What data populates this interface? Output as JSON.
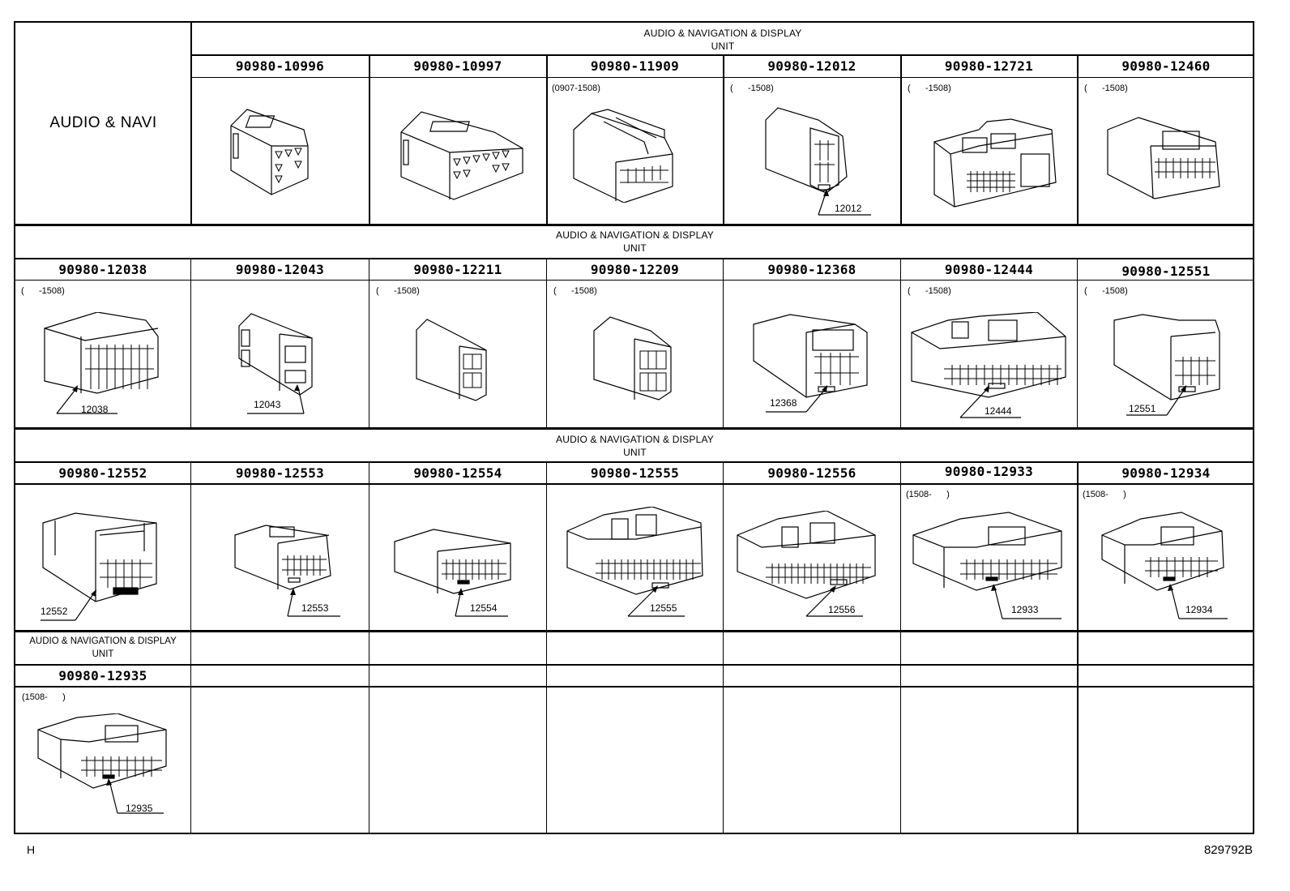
{
  "sheet": {
    "row_label": "AUDIO & NAVI",
    "footer_left": "H",
    "footer_right": "829792B"
  },
  "rows": [
    {
      "group_header": [
        "AUDIO & NAVIGATION & DISPLAY",
        "UNIT"
      ],
      "cells": [
        {
          "part_number": "90980-10996",
          "note": "",
          "callout": ""
        },
        {
          "part_number": "90980-10997",
          "note": "",
          "callout": ""
        },
        {
          "part_number": "90980-11909",
          "note": "(0907-1508)",
          "callout": ""
        },
        {
          "part_number": "90980-12012",
          "note": "(      -1508)",
          "callout": "12012"
        },
        {
          "part_number": "90980-12721",
          "note": "(      -1508)",
          "callout": ""
        },
        {
          "part_number": "90980-12460",
          "note": "(      -1508)",
          "callout": ""
        }
      ]
    },
    {
      "group_header": [
        "AUDIO & NAVIGATION & DISPLAY",
        "UNIT"
      ],
      "cells": [
        {
          "part_number": "90980-12038",
          "note": "(      -1508)",
          "callout": "12038"
        },
        {
          "part_number": "90980-12043",
          "note": "",
          "callout": "12043"
        },
        {
          "part_number": "90980-12211",
          "note": "(      -1508)",
          "callout": ""
        },
        {
          "part_number": "90980-12209",
          "note": "(      -1508)",
          "callout": ""
        },
        {
          "part_number": "90980-12368",
          "note": "",
          "callout": "12368"
        },
        {
          "part_number": "90980-12444",
          "note": "(      -1508)",
          "callout": "12444"
        },
        {
          "part_number": "90980-12551",
          "note": "(      -1508)",
          "callout": "12551"
        }
      ]
    },
    {
      "group_header": [
        "AUDIO & NAVIGATION & DISPLAY",
        "UNIT"
      ],
      "cells": [
        {
          "part_number": "90980-12552",
          "note": "",
          "callout": "12552"
        },
        {
          "part_number": "90980-12553",
          "note": "",
          "callout": "12553"
        },
        {
          "part_number": "90980-12554",
          "note": "",
          "callout": "12554"
        },
        {
          "part_number": "90980-12555",
          "note": "",
          "callout": "12555"
        },
        {
          "part_number": "90980-12556",
          "note": "",
          "callout": "12556"
        },
        {
          "part_number": "90980-12933",
          "note": "(1508-      )",
          "callout": "12933"
        },
        {
          "part_number": "90980-12934",
          "note": "(1508-      )",
          "callout": "12934"
        }
      ]
    },
    {
      "group_header": [
        "AUDIO & NAVIGATION & DISPLAY",
        "UNIT"
      ],
      "cells": [
        {
          "part_number": "90980-12935",
          "note": "(1508-      )",
          "callout": "12935"
        }
      ]
    }
  ]
}
